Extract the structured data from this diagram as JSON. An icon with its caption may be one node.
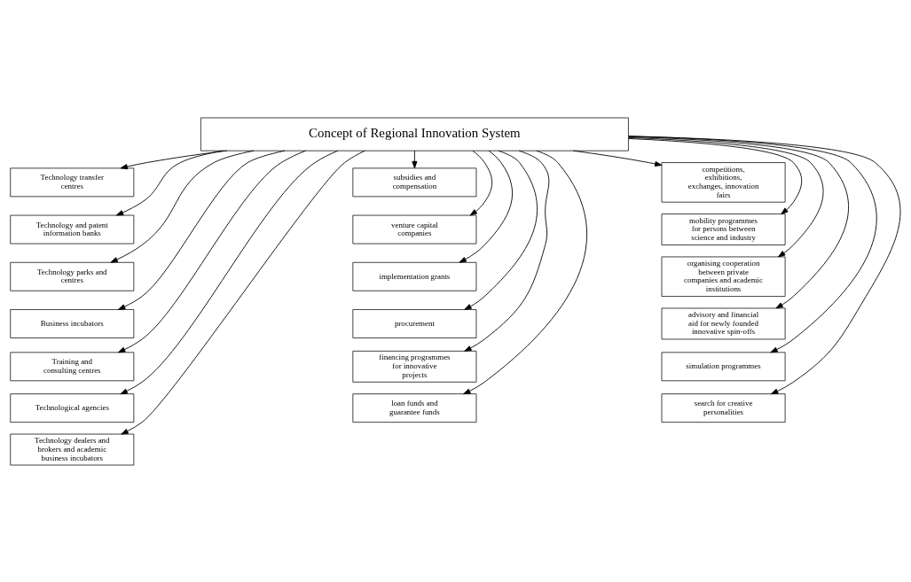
{
  "diagram": {
    "nodes": [
      {
        "text": [
          "Concept of Regional Innovation System"
        ]
      },
      {
        "text": [
          "Technology transfer centres"
        ]
      },
      {
        "text": [
          "Technology and patent information banks"
        ]
      },
      {
        "text": [
          "Technology parks and centres"
        ]
      },
      {
        "text": [
          "Business incubators"
        ]
      },
      {
        "text": [
          "Training and consulting centres"
        ]
      },
      {
        "text": [
          "Technological agencies"
        ]
      },
      {
        "text": [
          "Technology dealers and brokers and academic business incubators"
        ]
      },
      {
        "text": [
          "subsidies and compensation"
        ]
      },
      {
        "text": [
          "venture capital companies"
        ]
      },
      {
        "text": [
          "implementation grants"
        ]
      },
      {
        "text": [
          "procurement"
        ]
      },
      {
        "text": [
          "financing programmes for innovative projects"
        ]
      },
      {
        "text": [
          "loan funds and guarantee funds"
        ]
      },
      {
        "text": [
          "competitions, exhibitions, exchanges, innovation fairs"
        ]
      },
      {
        "text": [
          "mobility programmes for persons between science and industry"
        ]
      },
      {
        "text": [
          "organising cooperation between private companies and academic institutions"
        ]
      },
      {
        "text": [
          "advisory and financial aid for newly founded innovative spin-offs"
        ]
      },
      {
        "text": [
          "simulation programmes"
        ]
      },
      {
        "text": [
          "search for creative personalities"
        ]
      }
    ],
    "edges": [
      {
        "from": 0,
        "to": 1,
        "arrow": "to"
      },
      {
        "from": 0,
        "to": 2,
        "arrow": "to"
      },
      {
        "from": 0,
        "to": 3,
        "arrow": "to"
      },
      {
        "from": 0,
        "to": 4,
        "arrow": "to"
      },
      {
        "from": 0,
        "to": 5,
        "arrow": "to"
      },
      {
        "from": 0,
        "to": 6,
        "arrow": "to"
      },
      {
        "from": 0,
        "to": 7,
        "arrow": "to"
      },
      {
        "from": 0,
        "to": 8,
        "arrow": "to"
      },
      {
        "from": 0,
        "to": 9,
        "arrow": "to"
      },
      {
        "from": 0,
        "to": 10,
        "arrow": "to"
      },
      {
        "from": 0,
        "to": 11,
        "arrow": "to"
      },
      {
        "from": 0,
        "to": 12,
        "arrow": "to"
      },
      {
        "from": 0,
        "to": 13,
        "arrow": "to"
      },
      {
        "from": 0,
        "to": 14,
        "arrow": "to"
      },
      {
        "from": 0,
        "to": 15,
        "arrow": "to"
      },
      {
        "from": 0,
        "to": 16,
        "arrow": "to"
      },
      {
        "from": 0,
        "to": 17,
        "arrow": "to"
      },
      {
        "from": 0,
        "to": 18,
        "arrow": "to"
      },
      {
        "from": 0,
        "to": 19,
        "arrow": "to"
      }
    ]
  }
}
